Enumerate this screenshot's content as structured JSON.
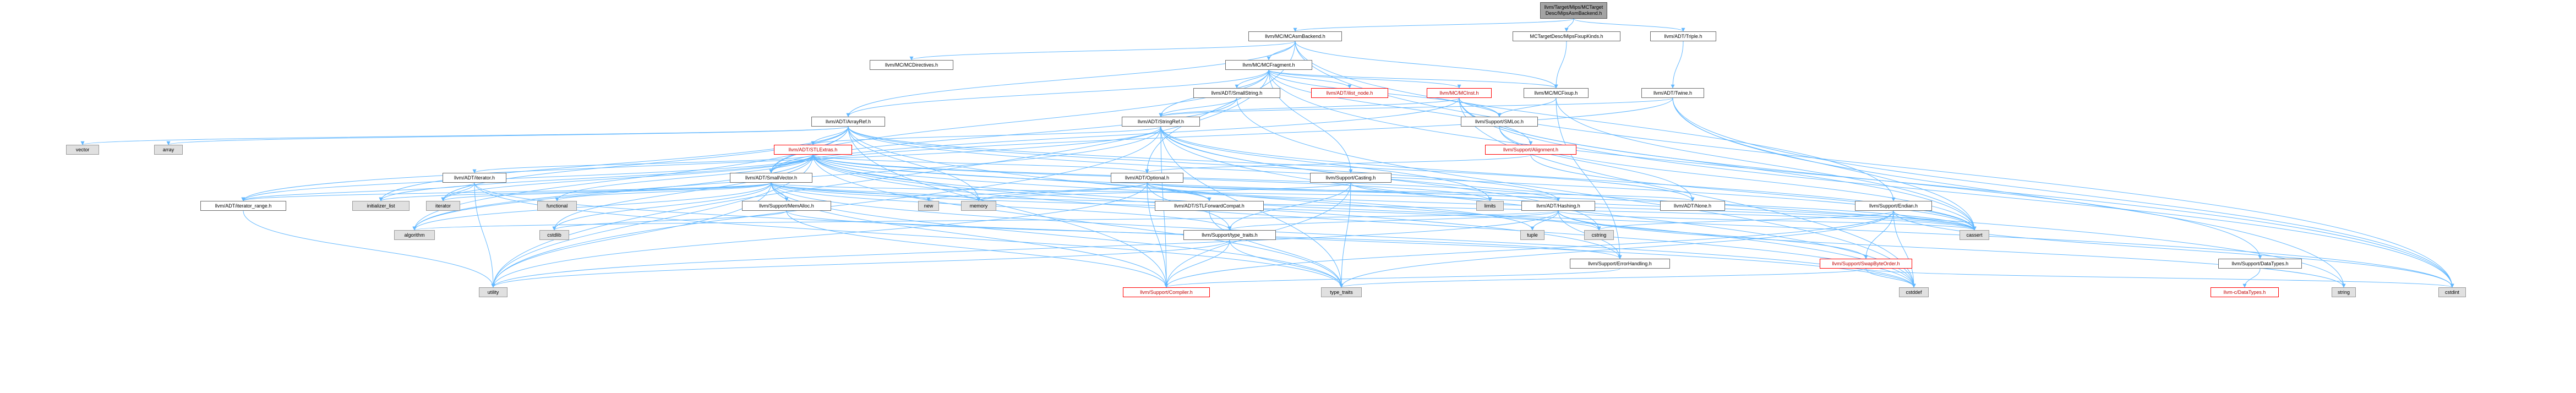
{
  "diagram": {
    "title": "",
    "edge_color": "#63b8ff",
    "colors": {
      "root_fill": "#a3a3a3",
      "system_fill": "#e0e0e0",
      "incomplete_border": "#ff0000",
      "node_border": "#6b6b6b"
    },
    "nodes": [
      {
        "id": "root",
        "label": "llvm/Target/Mips/MCTarget\nDesc/MipsAsmBackend.h",
        "kind": "root"
      },
      {
        "id": "mcasmbackend",
        "label": "llvm/MC/MCAsmBackend.h",
        "kind": "normal"
      },
      {
        "id": "mipsfixupkinds",
        "label": "MCTargetDesc/MipsFixupKinds.h",
        "kind": "normal"
      },
      {
        "id": "triple",
        "label": "llvm/ADT/Triple.h",
        "kind": "normal"
      },
      {
        "id": "mcdirectives",
        "label": "llvm/MC/MCDirectives.h",
        "kind": "normal"
      },
      {
        "id": "mcfragment",
        "label": "llvm/MC/MCFragment.h",
        "kind": "normal"
      },
      {
        "id": "mcfixup",
        "label": "llvm/MC/MCFixup.h",
        "kind": "normal"
      },
      {
        "id": "twine",
        "label": "llvm/ADT/Twine.h",
        "kind": "normal"
      },
      {
        "id": "smallstring",
        "label": "llvm/ADT/SmallString.h",
        "kind": "normal"
      },
      {
        "id": "ilistnode",
        "label": "llvm/ADT/ilist_node.h",
        "kind": "incomplete"
      },
      {
        "id": "mcinst",
        "label": "llvm/MC/MCInst.h",
        "kind": "incomplete"
      },
      {
        "id": "arrayref",
        "label": "llvm/ADT/ArrayRef.h",
        "kind": "normal"
      },
      {
        "id": "stringref",
        "label": "llvm/ADT/StringRef.h",
        "kind": "normal"
      },
      {
        "id": "smloc",
        "label": "llvm/Support/SMLoc.h",
        "kind": "normal"
      },
      {
        "id": "stlextras",
        "label": "llvm/ADT/STLExtras.h",
        "kind": "incomplete"
      },
      {
        "id": "alignment",
        "label": "llvm/Support/Alignment.h",
        "kind": "incomplete"
      },
      {
        "id": "vector",
        "label": "vector",
        "kind": "system"
      },
      {
        "id": "array",
        "label": "array",
        "kind": "system"
      },
      {
        "id": "iteratorh",
        "label": "llvm/ADT/iterator.h",
        "kind": "normal"
      },
      {
        "id": "smallvector",
        "label": "llvm/ADT/SmallVector.h",
        "kind": "normal"
      },
      {
        "id": "optional",
        "label": "llvm/ADT/Optional.h",
        "kind": "normal"
      },
      {
        "id": "casting",
        "label": "llvm/Support/Casting.h",
        "kind": "normal"
      },
      {
        "id": "iteratorrange",
        "label": "llvm/ADT/iterator_range.h",
        "kind": "normal"
      },
      {
        "id": "initlist",
        "label": "initializer_list",
        "kind": "system"
      },
      {
        "id": "iterator",
        "label": "iterator",
        "kind": "system"
      },
      {
        "id": "functional",
        "label": "functional",
        "kind": "system"
      },
      {
        "id": "memallocs",
        "label": "llvm/Support/MemAlloc.h",
        "kind": "normal"
      },
      {
        "id": "new",
        "label": "new",
        "kind": "system"
      },
      {
        "id": "memory",
        "label": "memory",
        "kind": "system"
      },
      {
        "id": "stlforward",
        "label": "llvm/ADT/STLForwardCompat.h",
        "kind": "normal"
      },
      {
        "id": "limits",
        "label": "limits",
        "kind": "system"
      },
      {
        "id": "hashing",
        "label": "llvm/ADT/Hashing.h",
        "kind": "normal"
      },
      {
        "id": "none",
        "label": "llvm/ADT/None.h",
        "kind": "normal"
      },
      {
        "id": "endian",
        "label": "llvm/Support/Endian.h",
        "kind": "normal"
      },
      {
        "id": "algorithm",
        "label": "algorithm",
        "kind": "system"
      },
      {
        "id": "cstdlib",
        "label": "cstdlib",
        "kind": "system"
      },
      {
        "id": "typetraitsllvm",
        "label": "llvm/Support/type_traits.h",
        "kind": "normal"
      },
      {
        "id": "tuple",
        "label": "tuple",
        "kind": "system"
      },
      {
        "id": "cstring",
        "label": "cstring",
        "kind": "system"
      },
      {
        "id": "errorhandling",
        "label": "llvm/Support/ErrorHandling.h",
        "kind": "normal"
      },
      {
        "id": "swapbyteorder",
        "label": "llvm/Support/SwapByteOrder.h",
        "kind": "incomplete"
      },
      {
        "id": "cassert",
        "label": "cassert",
        "kind": "system"
      },
      {
        "id": "datatypes",
        "label": "llvm/Support/DataTypes.h",
        "kind": "normal"
      },
      {
        "id": "utility",
        "label": "utility",
        "kind": "system"
      },
      {
        "id": "compiler",
        "label": "llvm/Support/Compiler.h",
        "kind": "incomplete"
      },
      {
        "id": "typetraits",
        "label": "type_traits",
        "kind": "system"
      },
      {
        "id": "cstddef",
        "label": "cstddef",
        "kind": "system"
      },
      {
        "id": "cdatatypes",
        "label": "llvm-c/DataTypes.h",
        "kind": "incomplete"
      },
      {
        "id": "string",
        "label": "string",
        "kind": "system"
      },
      {
        "id": "cstdint",
        "label": "cstdint",
        "kind": "system"
      }
    ],
    "edges": [
      [
        "root",
        "mcasmbackend"
      ],
      [
        "root",
        "mipsfixupkinds"
      ],
      [
        "root",
        "triple"
      ],
      [
        "mcasmbackend",
        "mcdirectives"
      ],
      [
        "mcasmbackend",
        "mcfragment"
      ],
      [
        "mcasmbackend",
        "mcfixup"
      ],
      [
        "mcasmbackend",
        "arrayref"
      ],
      [
        "mcasmbackend",
        "optional"
      ],
      [
        "mcasmbackend",
        "endian"
      ],
      [
        "mcasmbackend",
        "cstdint"
      ],
      [
        "mipsfixupkinds",
        "mcfixup"
      ],
      [
        "triple",
        "twine"
      ],
      [
        "twine",
        "stringref"
      ],
      [
        "twine",
        "smallvector"
      ],
      [
        "twine",
        "cassert"
      ],
      [
        "twine",
        "cstdint"
      ],
      [
        "twine",
        "string"
      ],
      [
        "mcfragment",
        "arrayref"
      ],
      [
        "mcfragment",
        "smallstring"
      ],
      [
        "mcfragment",
        "smallvector"
      ],
      [
        "mcfragment",
        "stringref"
      ],
      [
        "mcfragment",
        "ilistnode"
      ],
      [
        "mcfragment",
        "mcfixup"
      ],
      [
        "mcfragment",
        "mcinst"
      ],
      [
        "mcfragment",
        "alignment"
      ],
      [
        "mcfragment",
        "casting"
      ],
      [
        "mcfragment",
        "smloc"
      ],
      [
        "mcfragment",
        "cstdint"
      ],
      [
        "mcfragment",
        "utility"
      ],
      [
        "mcfixup",
        "smloc"
      ],
      [
        "mcfixup",
        "errorhandling"
      ],
      [
        "mcfixup",
        "cassert"
      ],
      [
        "smallstring",
        "smallvector"
      ],
      [
        "smallstring",
        "stringref"
      ],
      [
        "smallstring",
        "cstddef"
      ],
      [
        "mcinst",
        "smallvector"
      ],
      [
        "mcinst",
        "smloc"
      ],
      [
        "mcinst",
        "stringref"
      ],
      [
        "mcinst",
        "cassert"
      ],
      [
        "mcinst",
        "cstddef"
      ],
      [
        "mcinst",
        "cstdint"
      ],
      [
        "arrayref",
        "hashing"
      ],
      [
        "arrayref",
        "none"
      ],
      [
        "arrayref",
        "smallvector"
      ],
      [
        "arrayref",
        "stlextras"
      ],
      [
        "arrayref",
        "compiler"
      ],
      [
        "arrayref",
        "algorithm"
      ],
      [
        "arrayref",
        "array"
      ],
      [
        "arrayref",
        "cassert"
      ],
      [
        "arrayref",
        "cstddef"
      ],
      [
        "arrayref",
        "initlist"
      ],
      [
        "arrayref",
        "iterator"
      ],
      [
        "arrayref",
        "memory"
      ],
      [
        "arrayref",
        "type_traits"
      ],
      [
        "arrayref",
        "vector"
      ],
      [
        "stringref",
        "stlextras"
      ],
      [
        "stringref",
        "iteratorrange"
      ],
      [
        "stringref",
        "compiler"
      ],
      [
        "stringref",
        "algorithm"
      ],
      [
        "stringref",
        "cassert"
      ],
      [
        "stringref",
        "cstddef"
      ],
      [
        "stringref",
        "cstring"
      ],
      [
        "stringref",
        "limits"
      ],
      [
        "stringref",
        "string"
      ],
      [
        "stringref",
        "typetraits"
      ],
      [
        "stringref",
        "utility"
      ],
      [
        "smloc",
        "none"
      ],
      [
        "smloc",
        "cassert"
      ],
      [
        "alignment",
        "mathextras"
      ],
      [
        "alignment",
        "cassert"
      ],
      [
        "alignment",
        "optional"
      ],
      [
        "stlextras",
        "hashing"
      ],
      [
        "stlextras",
        "optional"
      ],
      [
        "stlextras",
        "stlforward"
      ],
      [
        "stlextras",
        "iteratorh"
      ],
      [
        "stlextras",
        "iteratorrange"
      ],
      [
        "stlextras",
        "errorhandling"
      ],
      [
        "stlextras",
        "algorithm"
      ],
      [
        "stlextras",
        "cassert"
      ],
      [
        "stlextras",
        "cstddef"
      ],
      [
        "stlextras",
        "cstdint"
      ],
      [
        "stlextras",
        "cstdlib"
      ],
      [
        "stlextras",
        "functional"
      ],
      [
        "stlextras",
        "initlist"
      ],
      [
        "stlextras",
        "iterator"
      ],
      [
        "stlextras",
        "limits"
      ],
      [
        "stlextras",
        "memory"
      ],
      [
        "stlextras",
        "tuple"
      ],
      [
        "stlextras",
        "typetraits"
      ],
      [
        "stlextras",
        "utility"
      ],
      [
        "iteratorh",
        "iteratorrange"
      ],
      [
        "iteratorh",
        "cstddef"
      ],
      [
        "iteratorh",
        "iterator"
      ],
      [
        "iteratorh",
        "typetraits"
      ],
      [
        "iteratorh",
        "utility"
      ],
      [
        "smallvector",
        "compiler"
      ],
      [
        "smallvector",
        "memallocs"
      ],
      [
        "smallvector",
        "typetraitsllvm"
      ],
      [
        "smallvector",
        "algorithm"
      ],
      [
        "smallvector",
        "cassert"
      ],
      [
        "smallvector",
        "cstddef"
      ],
      [
        "smallvector",
        "cstdlib"
      ],
      [
        "smallvector",
        "cstring"
      ],
      [
        "smallvector",
        "functional"
      ],
      [
        "smallvector",
        "initlist"
      ],
      [
        "smallvector",
        "iterator"
      ],
      [
        "smallvector",
        "limits"
      ],
      [
        "smallvector",
        "memory"
      ],
      [
        "smallvector",
        "new"
      ],
      [
        "smallvector",
        "typetraits"
      ],
      [
        "smallvector",
        "utility"
      ],
      [
        "smallvector",
        "iteratorrange"
      ],
      [
        "optional",
        "hashing"
      ],
      [
        "optional",
        "none"
      ],
      [
        "optional",
        "stlforward"
      ],
      [
        "optional",
        "compiler"
      ],
      [
        "optional",
        "typetraitsllvm"
      ],
      [
        "optional",
        "cassert"
      ],
      [
        "optional",
        "memory"
      ],
      [
        "optional",
        "new"
      ],
      [
        "optional",
        "utility"
      ],
      [
        "casting",
        "compiler"
      ],
      [
        "casting",
        "typetraitsllvm"
      ],
      [
        "casting",
        "cassert"
      ],
      [
        "casting",
        "memory"
      ],
      [
        "casting",
        "typetraits"
      ],
      [
        "iteratorrange",
        "utility"
      ],
      [
        "memallocs",
        "compiler"
      ],
      [
        "memallocs",
        "errorhandling"
      ],
      [
        "memallocs",
        "cstdlib"
      ],
      [
        "stlforward",
        "typetraits"
      ],
      [
        "hashing",
        "errorhandling"
      ],
      [
        "hashing",
        "swapbyteorder"
      ],
      [
        "hashing",
        "typetraitsllvm"
      ],
      [
        "hashing",
        "algorithm"
      ],
      [
        "hashing",
        "cassert"
      ],
      [
        "hashing",
        "cstring"
      ],
      [
        "hashing",
        "string"
      ],
      [
        "hashing",
        "tuple"
      ],
      [
        "hashing",
        "utility"
      ],
      [
        "endian",
        "compiler"
      ],
      [
        "endian",
        "swapbyteorder"
      ],
      [
        "endian",
        "cassert"
      ],
      [
        "endian",
        "cstddef"
      ],
      [
        "endian",
        "cstdint"
      ],
      [
        "endian",
        "cstring"
      ],
      [
        "endian",
        "typetraits"
      ],
      [
        "typetraitsllvm",
        "compiler"
      ],
      [
        "typetraitsllvm",
        "typetraits"
      ],
      [
        "typetraitsllvm",
        "utility"
      ],
      [
        "errorhandling",
        "compiler"
      ],
      [
        "swapbyteorder",
        "cstddef"
      ],
      [
        "swapbyteorder",
        "cstdint"
      ],
      [
        "swapbyteorder",
        "typetraits"
      ],
      [
        "datatypes",
        "cdatatypes"
      ],
      [
        "mcinst",
        "datatypes"
      ]
    ]
  }
}
